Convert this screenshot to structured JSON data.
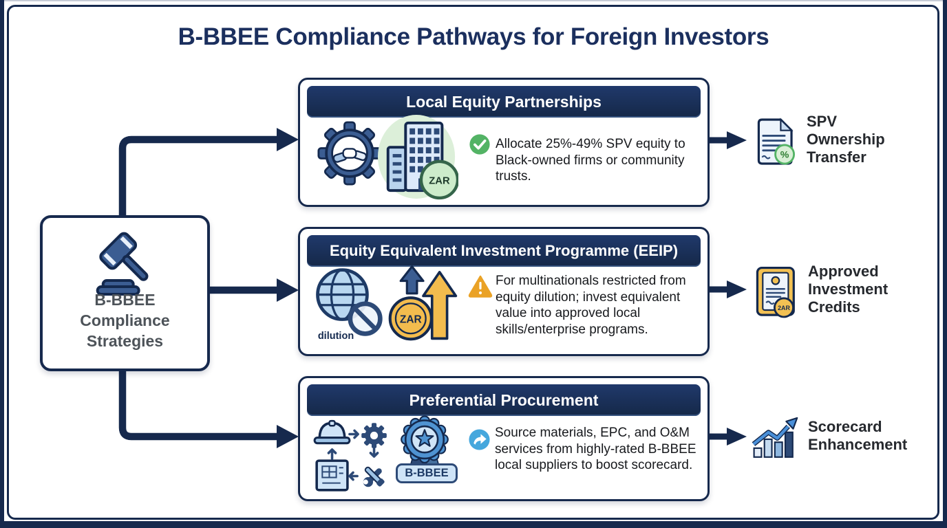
{
  "title": "B-BBEE Compliance Pathways for Foreign Investors",
  "colors": {
    "navy": "#16294d",
    "mid_blue": "#2d4a77",
    "light_blue": "#cfe4f7",
    "green": "#53b365",
    "gold": "#f3bc4e",
    "orange": "#eaa226",
    "share_blue": "#45a7dd",
    "title_navy": "#1b2f5e",
    "body_text": "#17191d",
    "root_label_gray": "#4d5359"
  },
  "root_node": {
    "icon": "gavel-icon",
    "label": "B-BBEE Compliance Strategies"
  },
  "pathways": [
    {
      "header": "Local Equity Partnerships",
      "icons": [
        "gear-handshake-icon",
        "building-icon",
        "zar-coin-icon"
      ],
      "coin_label": "ZAR",
      "bullet_icon": "check-circle-icon",
      "description": "Allocate 25%-49% SPV equity to Black-owned firms or community trusts.",
      "outcome": {
        "icon": "document-percent-icon",
        "badge_label": "%",
        "label": "SPV Ownership Transfer"
      }
    },
    {
      "header": "Equity Equivalent Investment Programme (EEIP)",
      "icons": [
        "globe-icon",
        "no-dilution-icon",
        "zar-coin-icon",
        "growth-arrows-icon"
      ],
      "icon_caption": "dilution",
      "coin_label": "ZAR",
      "bullet_icon": "warning-triangle-icon",
      "description": "For multinationals restricted from equity dilution; invest equivalent value into approved local skills/enterprise programs.",
      "outcome": {
        "icon": "certificate-icon",
        "seal_label": "2AR",
        "label": "Approved Investment Credits"
      }
    },
    {
      "header": "Preferential Procurement",
      "icons": [
        "hard-hat-icon",
        "gear-icon",
        "blueprint-icon",
        "tools-icon",
        "award-ribbon-icon"
      ],
      "badge_label": "B-BBEE",
      "bullet_icon": "share-arrow-icon",
      "description": "Source materials, EPC, and O&M services from highly-rated B-BBEE local suppliers to boost scorecard.",
      "outcome": {
        "icon": "bar-chart-growth-icon",
        "label": "Scorecard Enhancement"
      }
    }
  ]
}
